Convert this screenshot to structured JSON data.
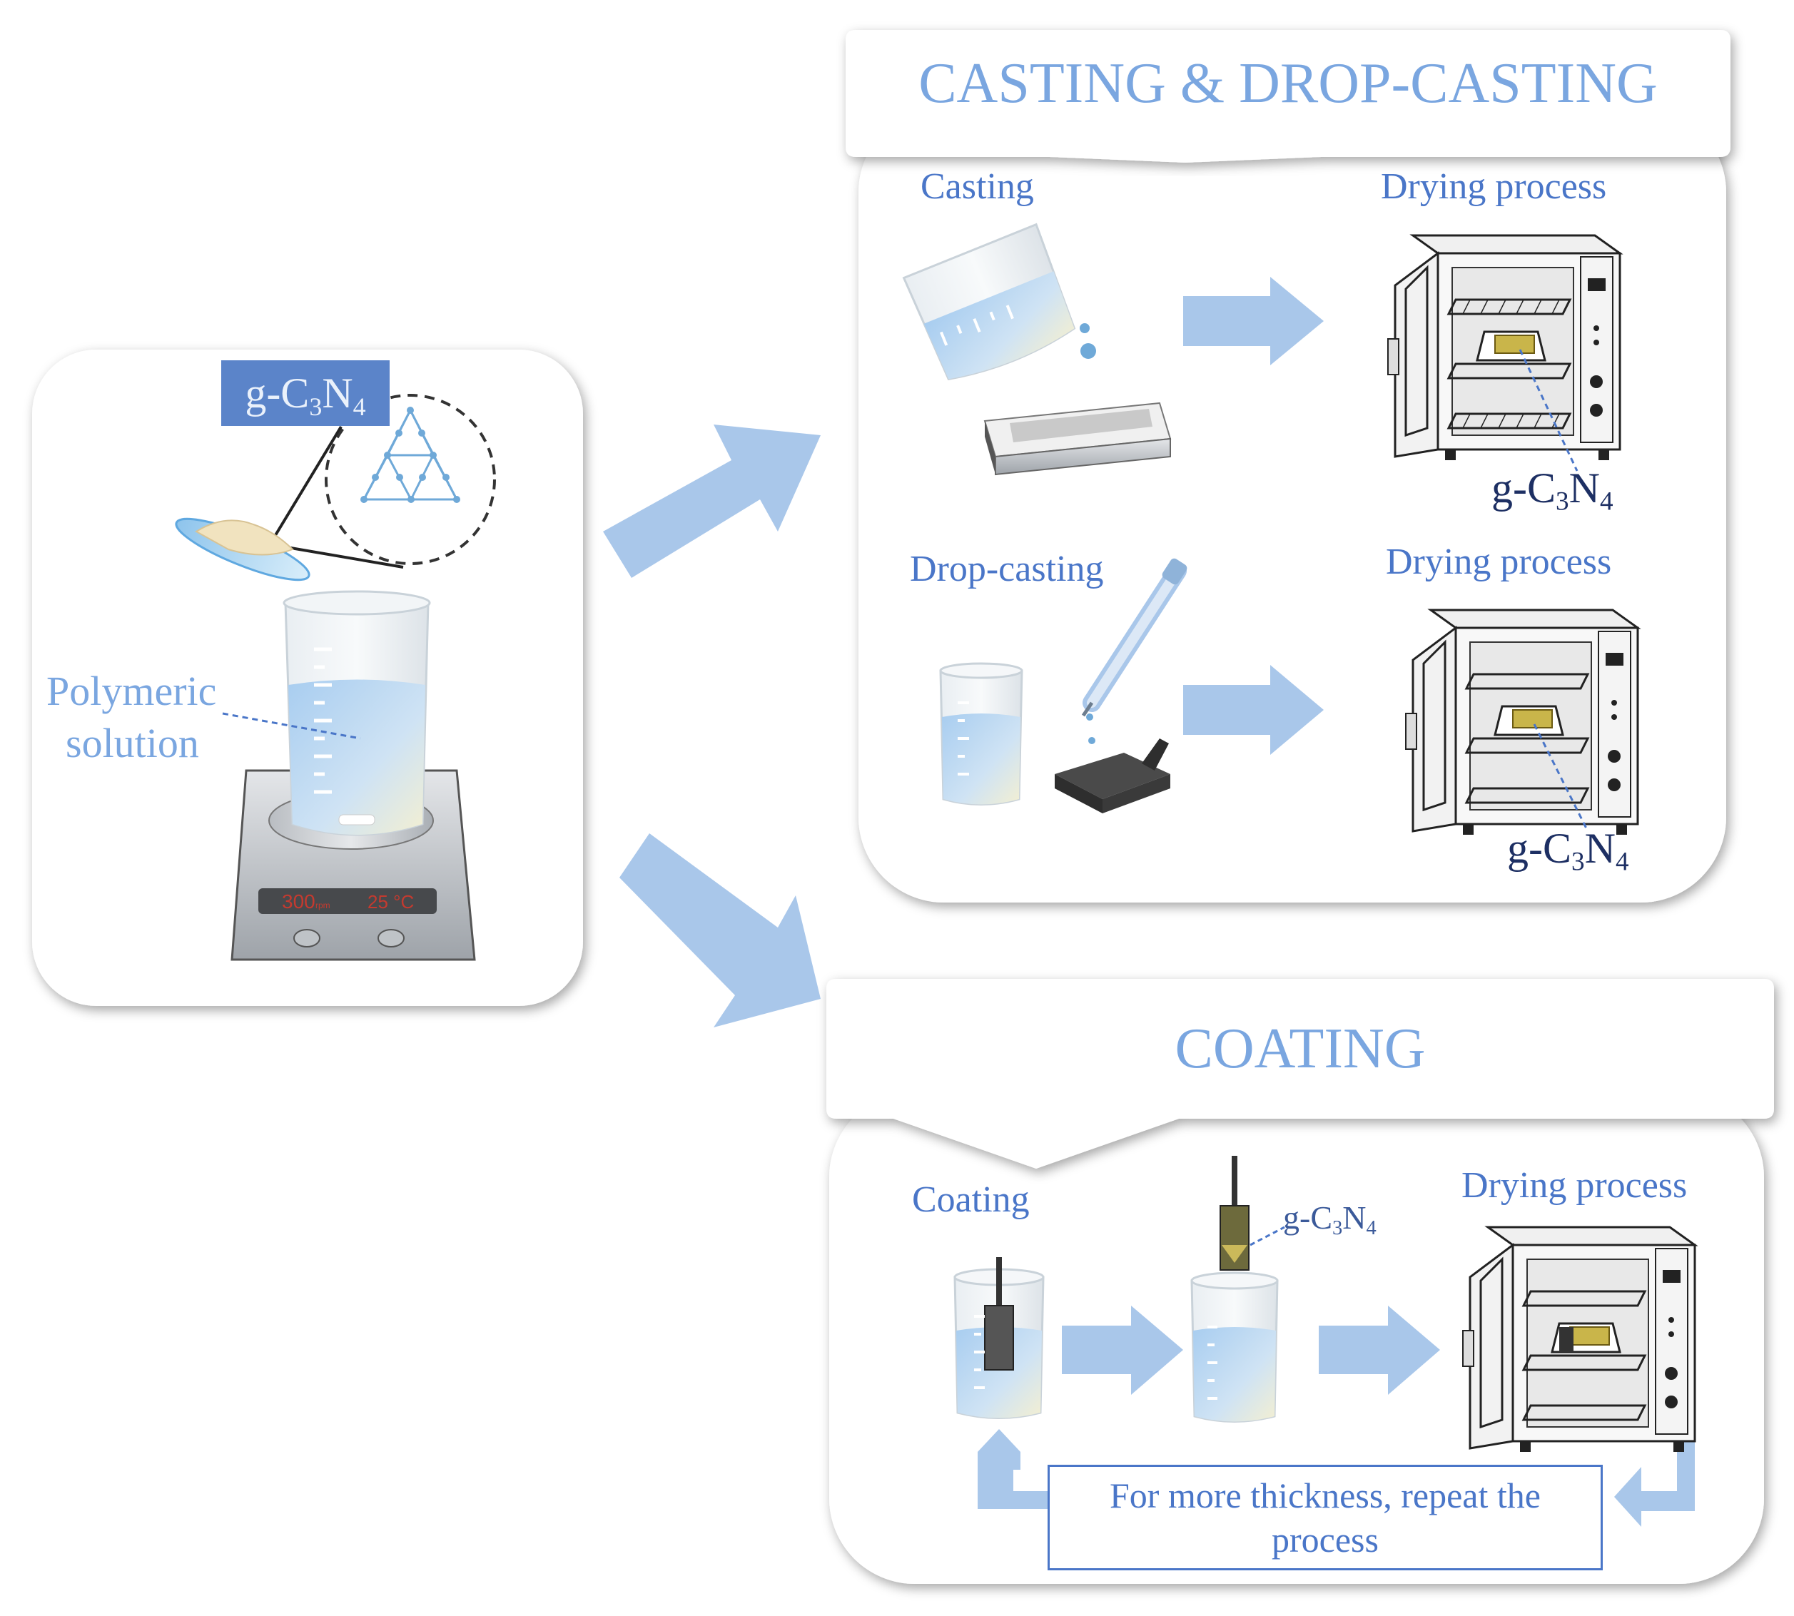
{
  "left_panel": {
    "badge": {
      "prefix": "g-C",
      "sub1": "3",
      "mid": "N",
      "sub2": "4"
    },
    "polymeric_label_line1": "Polymeric",
    "polymeric_label_line2": "solution",
    "stirrer_display": {
      "rpm_value": "300",
      "rpm_unit": "rpm",
      "temp_value": "25 °C"
    }
  },
  "casting_panel": {
    "title": "CASTING & DROP-CASTING",
    "casting_label": "Casting",
    "drying_label_1": "Drying process",
    "gcn_1": {
      "prefix": "g-C",
      "sub1": "3",
      "mid": "N",
      "sub2": "4"
    },
    "dropcasting_label": "Drop-casting",
    "drying_label_2": "Drying process",
    "gcn_2": {
      "prefix": "g-C",
      "sub1": "3",
      "mid": "N",
      "sub2": "4"
    }
  },
  "coating_panel": {
    "title": "COATING",
    "coating_label": "Coating",
    "gcn": {
      "prefix": "g-C",
      "sub1": "3",
      "mid": "N",
      "sub2": "4"
    },
    "drying_label": "Drying process",
    "repeat_line1": "For more thickness, repeat the",
    "repeat_line2": "process"
  },
  "colors": {
    "arrow": "#a9c7ea",
    "label": "#4a76c8",
    "title": "#7aa6e0",
    "badge": "#5b84c9",
    "dark_text": "#1d2f63"
  }
}
